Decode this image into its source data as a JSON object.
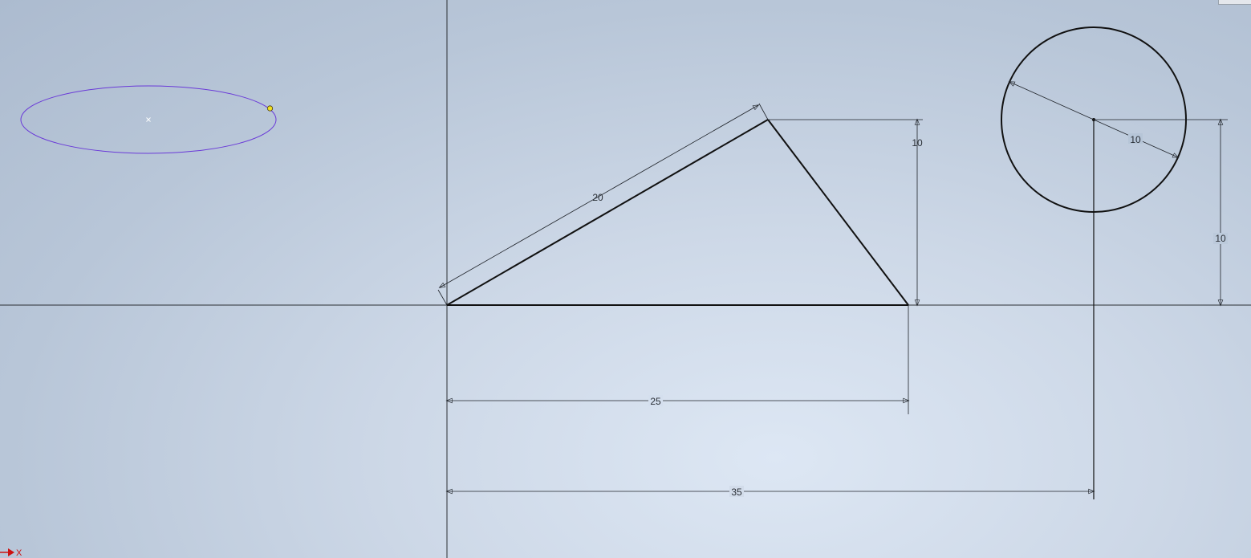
{
  "sketch": {
    "dimensions": {
      "slant_length": "20",
      "triangle_height": "10",
      "triangle_base": "25",
      "circle_radius": "10",
      "circle_center_height": "10",
      "circle_center_offset": "35"
    },
    "axis_label": "X"
  },
  "colors": {
    "geometry": "#111111",
    "axis": "#2b2f33",
    "dimension": "#1e2228",
    "ellipse": "#6a3ad8",
    "grip_point": "#f0e020",
    "axis_indicator": "#cc1111"
  }
}
